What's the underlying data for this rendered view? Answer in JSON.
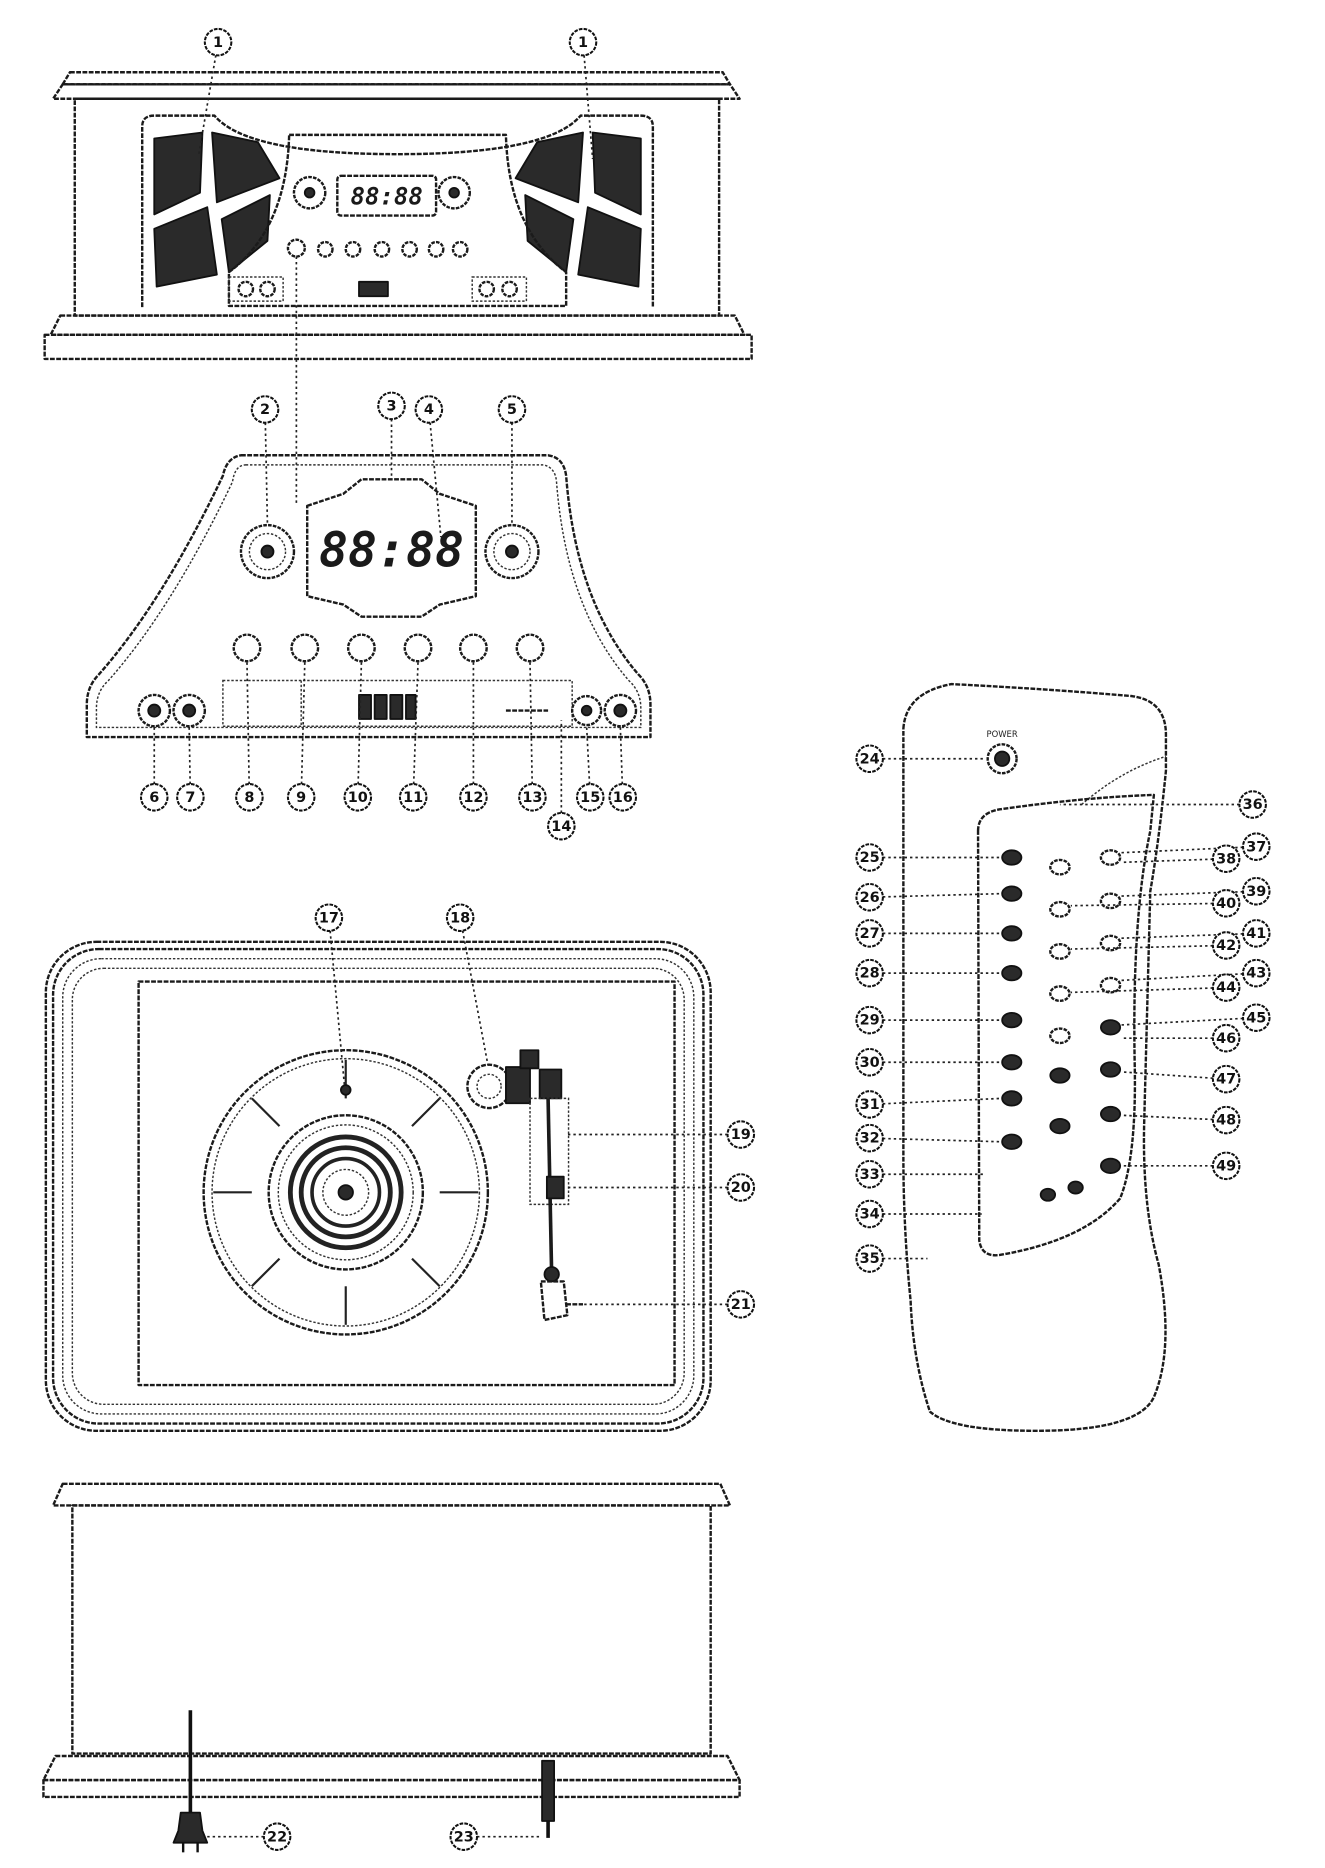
{
  "front_view": {
    "display": "88:88",
    "callouts": [
      "1",
      "1"
    ]
  },
  "control_panel": {
    "display": "88:88",
    "callouts": [
      "2",
      "3",
      "4",
      "5",
      "6",
      "7",
      "8",
      "9",
      "10",
      "11",
      "12",
      "13",
      "14",
      "15",
      "16"
    ]
  },
  "turntable": {
    "callouts": [
      "17",
      "18",
      "19",
      "20",
      "21"
    ]
  },
  "rear_view": {
    "callouts": [
      "22",
      "23"
    ]
  },
  "remote": {
    "power_label": "POWER",
    "callouts": [
      "24",
      "25",
      "26",
      "27",
      "28",
      "29",
      "30",
      "31",
      "32",
      "33",
      "34",
      "35",
      "36",
      "37",
      "38",
      "39",
      "40",
      "41",
      "42",
      "43",
      "44",
      "45",
      "46",
      "47",
      "48",
      "49"
    ]
  }
}
